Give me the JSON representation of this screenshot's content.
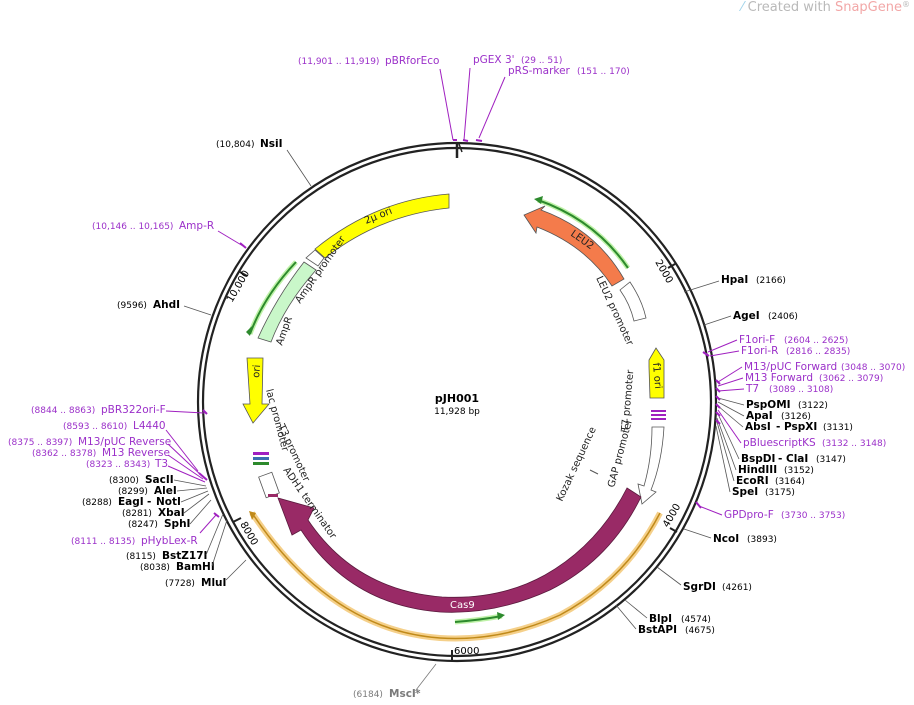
{
  "watermark": {
    "prefix": "Created with ",
    "brand": "SnapGene",
    "reg": "®"
  },
  "plasmid": {
    "name": "pJH001",
    "size": "11,928 bp"
  },
  "ticks": [
    "2000",
    "4000",
    "6000",
    "8000",
    "10,000"
  ],
  "features": {
    "two_micron_ori": "2μ ori",
    "ampr_promoter": "AmpR promoter",
    "ampr": "AmpR",
    "ori": "ori",
    "leu2": "LEU2",
    "leu2_promoter": "LEU2 promoter",
    "f1_ori": "f1 ori",
    "t7_promoter": "T7 promoter",
    "gap_promoter": "GAP promoter",
    "kozak": "Kozak sequence",
    "cas9": "Cas9",
    "lac_promoter": "lac promoter",
    "t3_promoter": "T3 promoter",
    "adh1_terminator": "ADH1 terminator"
  },
  "primers_top": [
    {
      "range": "(11,901 .. 11,919)",
      "name": "pBRforEco"
    },
    {
      "name": "pGEX 3'",
      "range": "(29 .. 51)"
    },
    {
      "name": "pRS-marker",
      "range": "(151 .. 170)"
    }
  ],
  "left_sites": [
    {
      "pos": "(10,804)",
      "name": "NsiI",
      "type": "enzyme"
    },
    {
      "range": "(10,146 .. 10,165)",
      "name": "Amp-R",
      "type": "primer"
    },
    {
      "pos": "(9596)",
      "name": "AhdI",
      "type": "enzyme"
    },
    {
      "range": "(8844 .. 8863)",
      "name": "pBR322ori-F",
      "type": "primer"
    },
    {
      "range": "(8593 .. 8610)",
      "name": "L4440",
      "type": "primer"
    },
    {
      "range": "(8375 .. 8397)",
      "name": "M13/pUC Reverse",
      "type": "primer"
    },
    {
      "range": "(8362 .. 8378)",
      "name": "M13 Reverse",
      "type": "primer"
    },
    {
      "range": "(8323 .. 8343)",
      "name": "T3",
      "type": "primer"
    },
    {
      "pos": "(8300)",
      "name": "SacII",
      "type": "enzyme"
    },
    {
      "pos": "(8299)",
      "name": "AleI",
      "type": "enzyme"
    },
    {
      "pos": "(8288)",
      "name": "EagI",
      "name2": "NotI",
      "type": "enzyme-pair"
    },
    {
      "pos": "(8281)",
      "name": "XbaI",
      "type": "enzyme"
    },
    {
      "pos": "(8247)",
      "name": "SphI",
      "type": "enzyme"
    },
    {
      "range": "(8111 .. 8135)",
      "name": "pHybLex-R",
      "type": "primer"
    },
    {
      "pos": "(8115)",
      "name": "BstZ17I",
      "type": "enzyme"
    },
    {
      "pos": "(8038)",
      "name": "BamHI",
      "type": "enzyme"
    },
    {
      "pos": "(7728)",
      "name": "MluI",
      "type": "enzyme"
    }
  ],
  "right_sites": [
    {
      "name": "HpaI",
      "pos": "(2166)",
      "type": "enzyme"
    },
    {
      "name": "AgeI",
      "pos": "(2406)",
      "type": "enzyme"
    },
    {
      "name": "F1ori-F",
      "range": "(2604 .. 2625)",
      "type": "primer"
    },
    {
      "name": "F1ori-R",
      "range": "(2816 .. 2835)",
      "type": "primer"
    },
    {
      "name": "M13/pUC Forward",
      "range": "(3048 .. 3070)",
      "type": "primer"
    },
    {
      "name": "M13 Forward",
      "range": "(3062 .. 3079)",
      "type": "primer"
    },
    {
      "name": "T7",
      "range": "(3089 .. 3108)",
      "type": "primer"
    },
    {
      "name": "PspOMI",
      "pos": "(3122)",
      "type": "enzyme"
    },
    {
      "name": "ApaI",
      "pos": "(3126)",
      "type": "enzyme"
    },
    {
      "name": "AbsI",
      "name2": "PspXI",
      "pos": "(3131)",
      "type": "enzyme-pair"
    },
    {
      "name": "pBluescriptKS",
      "range": "(3132 .. 3148)",
      "type": "primer"
    },
    {
      "name": "BspDI",
      "name2": "ClaI",
      "pos": "(3147)",
      "type": "enzyme-pair"
    },
    {
      "name": "HindIII",
      "pos": "(3152)",
      "type": "enzyme"
    },
    {
      "name": "EcoRI",
      "pos": "(3164)",
      "type": "enzyme"
    },
    {
      "name": "SpeI",
      "pos": "(3175)",
      "type": "enzyme"
    },
    {
      "name": "GPDpro-F",
      "range": "(3730 .. 3753)",
      "type": "primer"
    },
    {
      "name": "NcoI",
      "pos": "(3893)",
      "type": "enzyme"
    },
    {
      "name": "SgrDI",
      "pos": "(4261)",
      "type": "enzyme"
    },
    {
      "name": "BlpI",
      "pos": "(4574)",
      "type": "enzyme"
    },
    {
      "name": "BstAPI",
      "pos": "(4675)",
      "type": "enzyme"
    }
  ],
  "bottom_site": {
    "pos": "(6184)",
    "name": "MscI",
    "suffix": " *"
  },
  "colors": {
    "backbone": "#222222",
    "ori_yellow": "#ffff00",
    "leu2": "#f47b4b",
    "ampr": "#c9f7c9",
    "cas9": "#992a66",
    "primer": "#a020c0",
    "primer_arrow": "#2d8a2d"
  }
}
